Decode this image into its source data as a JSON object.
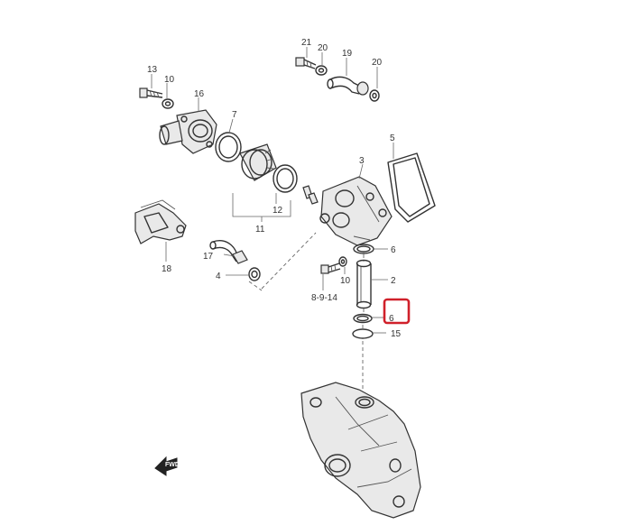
{
  "callouts": {
    "c13": "13",
    "c10a": "10",
    "c16": "16",
    "c7": "7",
    "c21": "21",
    "c20a": "20",
    "c19": "19",
    "c20b": "20",
    "c5": "5",
    "c3": "3",
    "c12": "12",
    "c11": "11",
    "c18": "18",
    "c17": "17",
    "c4": "4",
    "c6a": "6",
    "c2": "2",
    "c10b": "10",
    "c8914": "8-9-14",
    "c6b": "6",
    "c15": "15"
  },
  "highlight": {
    "target": "6",
    "color": "#d0202a"
  },
  "direction_arrow": {
    "label": "FWD"
  }
}
